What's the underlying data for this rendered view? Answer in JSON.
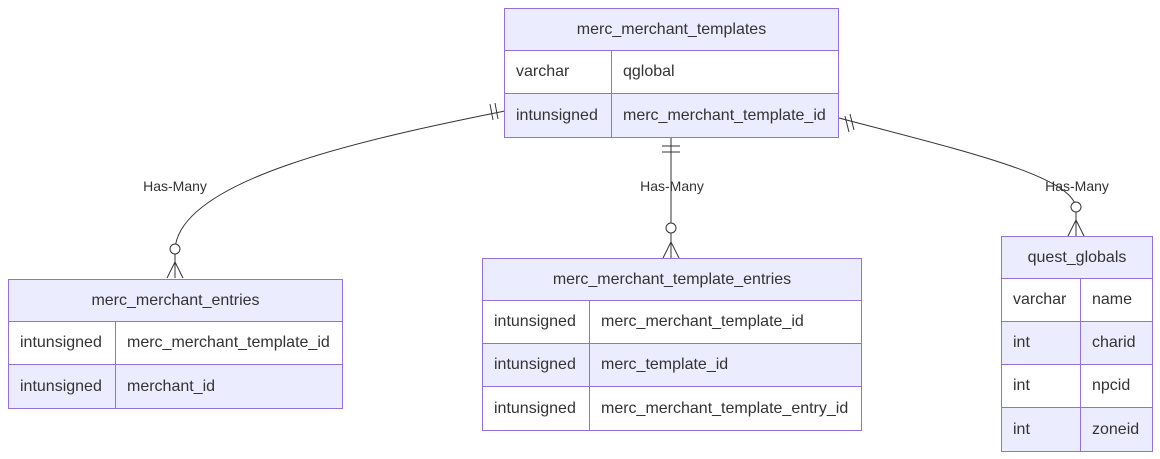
{
  "entities": {
    "templates": {
      "title": "merc_merchant_templates",
      "attrs": [
        {
          "type": "varchar",
          "name": "qglobal"
        },
        {
          "type": "intunsigned",
          "name": "merc_merchant_template_id"
        }
      ]
    },
    "entries": {
      "title": "merc_merchant_entries",
      "attrs": [
        {
          "type": "intunsigned",
          "name": "merc_merchant_template_id"
        },
        {
          "type": "intunsigned",
          "name": "merchant_id"
        }
      ]
    },
    "template_entries": {
      "title": "merc_merchant_template_entries",
      "attrs": [
        {
          "type": "intunsigned",
          "name": "merc_merchant_template_id"
        },
        {
          "type": "intunsigned",
          "name": "merc_template_id"
        },
        {
          "type": "intunsigned",
          "name": "merc_merchant_template_entry_id"
        }
      ]
    },
    "quest_globals": {
      "title": "quest_globals",
      "attrs": [
        {
          "type": "varchar",
          "name": "name"
        },
        {
          "type": "int",
          "name": "charid"
        },
        {
          "type": "int",
          "name": "npcid"
        },
        {
          "type": "int",
          "name": "zoneid"
        }
      ]
    }
  },
  "relations": [
    {
      "from": "merc_merchant_templates",
      "to": "merc_merchant_entries",
      "label": "Has-Many"
    },
    {
      "from": "merc_merchant_templates",
      "to": "merc_merchant_template_entries",
      "label": "Has-Many"
    },
    {
      "from": "merc_merchant_templates",
      "to": "quest_globals",
      "label": "Has-Many"
    }
  ],
  "colors": {
    "border": "#9370DB",
    "fill": "#ECECFF",
    "line": "#333333"
  }
}
